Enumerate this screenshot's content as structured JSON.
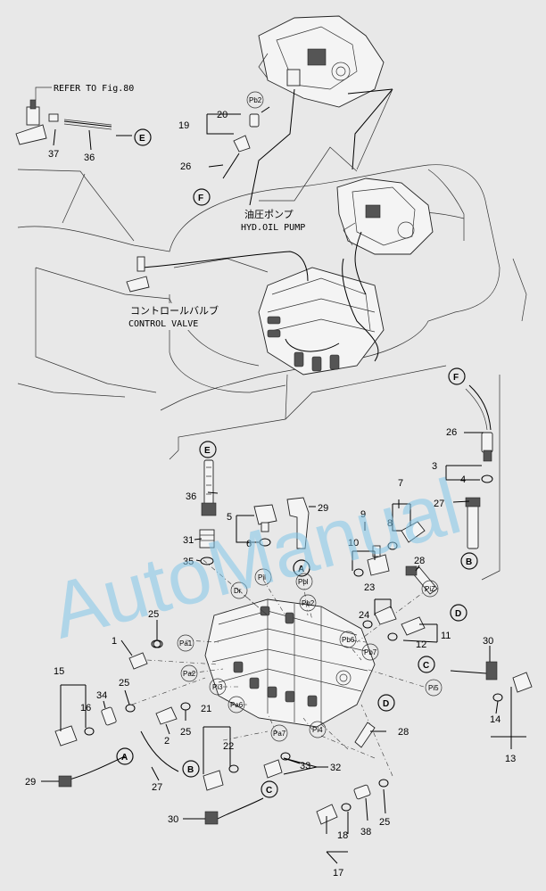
{
  "watermark": "AutoManual",
  "notes": {
    "refer": "REFER TO Fig.80",
    "pump_jp": "油圧ポンプ",
    "pump_en": "HYD.OIL PUMP",
    "valve_jp": "コントロールバルブ",
    "valve_en": "CONTROL VALVE"
  },
  "callouts": {
    "E": "E",
    "F": "F",
    "A": "A",
    "B": "B",
    "C": "C",
    "D": "D"
  },
  "ports": {
    "pb2_top": "Pb2",
    "pil": "Pil",
    "dr": "Dr",
    "pbl": "Pbl",
    "pb2": "Pb2",
    "piz": "PiZ",
    "pa1": "Pa1",
    "pa2": "Pa2",
    "pi3": "Pi3",
    "pb6": "Pb6",
    "pb7": "Pb7",
    "pi5": "Pi5",
    "pa6": "Pa6",
    "pa7": "Pa7",
    "pi4": "Pi4"
  },
  "numbers": {
    "n1": "1",
    "n2": "2",
    "n3": "3",
    "n4": "4",
    "n5": "5",
    "n6": "6",
    "n7": "7",
    "n8": "8",
    "n9": "9",
    "n10": "10",
    "n11": "11",
    "n12": "12",
    "n13": "13",
    "n14": "14",
    "n15": "15",
    "n16": "16",
    "n17": "17",
    "n18": "18",
    "n19": "19",
    "n20": "20",
    "n21": "21",
    "n22": "22",
    "n23": "23",
    "n24": "24",
    "n25a": "25",
    "n25b": "25",
    "n25c": "25",
    "n25d": "25",
    "n26a": "26",
    "n26b": "26",
    "n27a": "27",
    "n27b": "27",
    "n28a": "28",
    "n28b": "28",
    "n29a": "29",
    "n29b": "29",
    "n30a": "30",
    "n30b": "30",
    "n31": "31",
    "n32": "32",
    "n33": "33",
    "n34": "34",
    "n35": "35",
    "n36a": "36",
    "n36b": "36",
    "n37": "37",
    "n38": "38"
  }
}
